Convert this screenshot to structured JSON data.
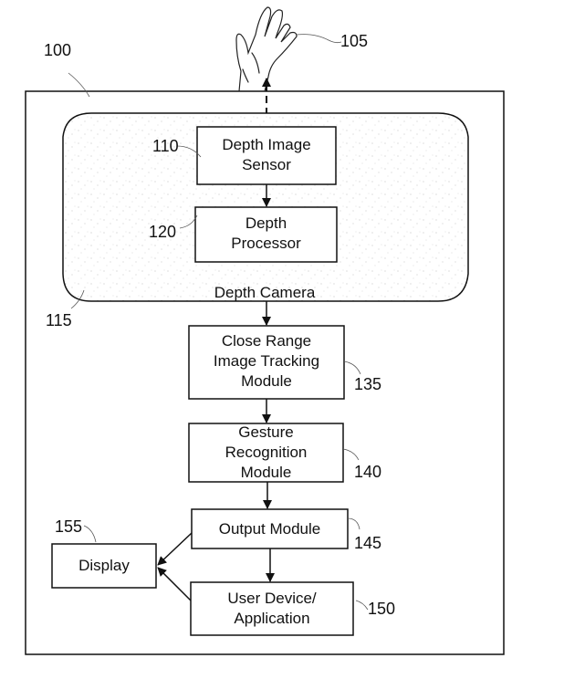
{
  "figure": {
    "system_ref": "100",
    "hand_ref": "105",
    "depth_camera": {
      "label": "Depth Camera",
      "ref": "115"
    },
    "blocks": [
      {
        "id": "sensor",
        "ref": "110",
        "lines": [
          "Depth Image",
          "Sensor"
        ]
      },
      {
        "id": "processor",
        "ref": "120",
        "lines": [
          "Depth",
          "Processor"
        ]
      },
      {
        "id": "tracking",
        "ref": "135",
        "lines": [
          "Close Range",
          "Image Tracking",
          "Module"
        ]
      },
      {
        "id": "gesture",
        "ref": "140",
        "lines": [
          "Gesture",
          "Recognition",
          "Module"
        ]
      },
      {
        "id": "output",
        "ref": "145",
        "lines": [
          "Output Module"
        ]
      },
      {
        "id": "userdevice",
        "ref": "150",
        "lines": [
          "User Device/",
          "Application"
        ]
      },
      {
        "id": "display",
        "ref": "155",
        "lines": [
          "Display"
        ]
      }
    ],
    "connections": [
      {
        "from": "sensor",
        "to": "processor"
      },
      {
        "from": "depth_camera",
        "to": "tracking"
      },
      {
        "from": "tracking",
        "to": "gesture"
      },
      {
        "from": "gesture",
        "to": "output"
      },
      {
        "from": "output",
        "to": "userdevice"
      },
      {
        "from": "output",
        "to": "display"
      },
      {
        "from": "userdevice",
        "to": "display"
      },
      {
        "from": "system",
        "to": "hand",
        "style": "dashed"
      }
    ]
  }
}
